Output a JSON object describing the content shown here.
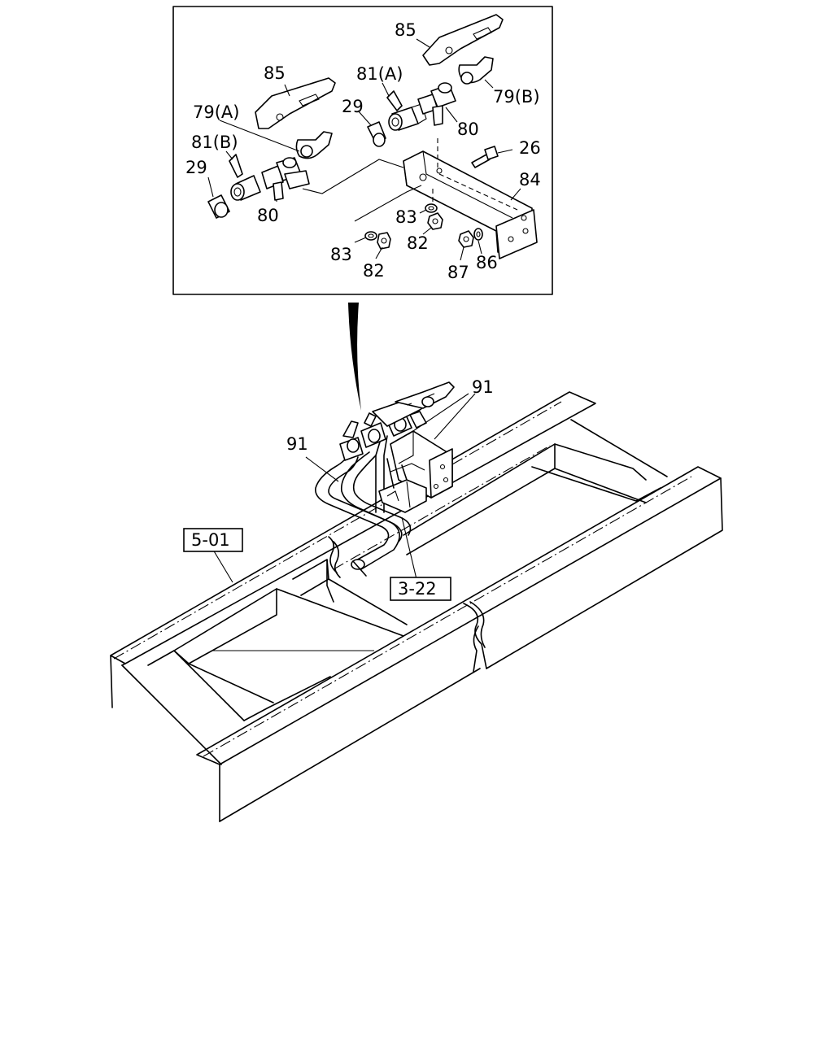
{
  "diagram": {
    "detail_labels": {
      "l85_right": "85",
      "l85_left": "85",
      "l81a": "81(A)",
      "l79b": "79(B)",
      "l79a": "79(A)",
      "l29_mid": "29",
      "l80_right": "80",
      "l81b": "81(B)",
      "l26": "26",
      "l29_left": "29",
      "l84": "84",
      "l80_left": "80",
      "l83_mid": "83",
      "l82_mid": "82",
      "l83_left": "83",
      "l82_left": "82",
      "l87": "87",
      "l86": "86"
    },
    "main_labels": {
      "l91_right": "91",
      "l91_left": "91"
    },
    "ref_boxes": {
      "ref_501": "5-01",
      "ref_322": "3-22"
    }
  }
}
